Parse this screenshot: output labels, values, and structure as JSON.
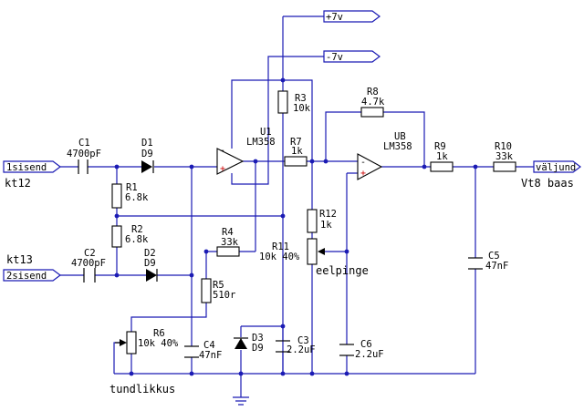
{
  "colors": {
    "wire": "#1b1bb4",
    "component": "#000000",
    "plus_sign": "#cc0000"
  },
  "ports": {
    "in1": "1sisend",
    "in2": "2sisend",
    "out": "väljund",
    "vplus": "+7v",
    "vminus": "-7v"
  },
  "notes": {
    "kt12": "kt12",
    "kt13": "kt13",
    "vt8": "Vt8 baas",
    "eelpinge": "eelpinge",
    "tundlikkus": "tundlikkus"
  },
  "opamps": {
    "u1": {
      "ref": "U1",
      "type": "LM358"
    },
    "ub": {
      "ref": "UB",
      "type": "LM358"
    }
  },
  "parts": {
    "c1": {
      "ref": "C1",
      "value": "4700pF"
    },
    "c2": {
      "ref": "C2",
      "value": "4700pF"
    },
    "c3": {
      "ref": "C3",
      "value": "2.2uF"
    },
    "c4": {
      "ref": "C4",
      "value": "47nF"
    },
    "c5": {
      "ref": "C5",
      "value": "47nF"
    },
    "c6": {
      "ref": "C6",
      "value": "2.2uF"
    },
    "d1": {
      "ref": "D1",
      "value": "D9"
    },
    "d2": {
      "ref": "D2",
      "value": "D9"
    },
    "d3": {
      "ref": "D3",
      "value": "D9"
    },
    "r1": {
      "ref": "R1",
      "value": "6.8k"
    },
    "r2": {
      "ref": "R2",
      "value": "6.8k"
    },
    "r3": {
      "ref": "R3",
      "value": "10k"
    },
    "r4": {
      "ref": "R4",
      "value": "33k"
    },
    "r5": {
      "ref": "R5",
      "value": "510r"
    },
    "r6": {
      "ref": "R6",
      "value": "10k 40%"
    },
    "r7": {
      "ref": "R7",
      "value": "1k"
    },
    "r8": {
      "ref": "R8",
      "value": "4.7k"
    },
    "r9": {
      "ref": "R9",
      "value": "1k"
    },
    "r10": {
      "ref": "R10",
      "value": "33k"
    },
    "r11": {
      "ref": "R11",
      "value": "10k 40%"
    },
    "r12": {
      "ref": "R12",
      "value": "1k"
    }
  }
}
